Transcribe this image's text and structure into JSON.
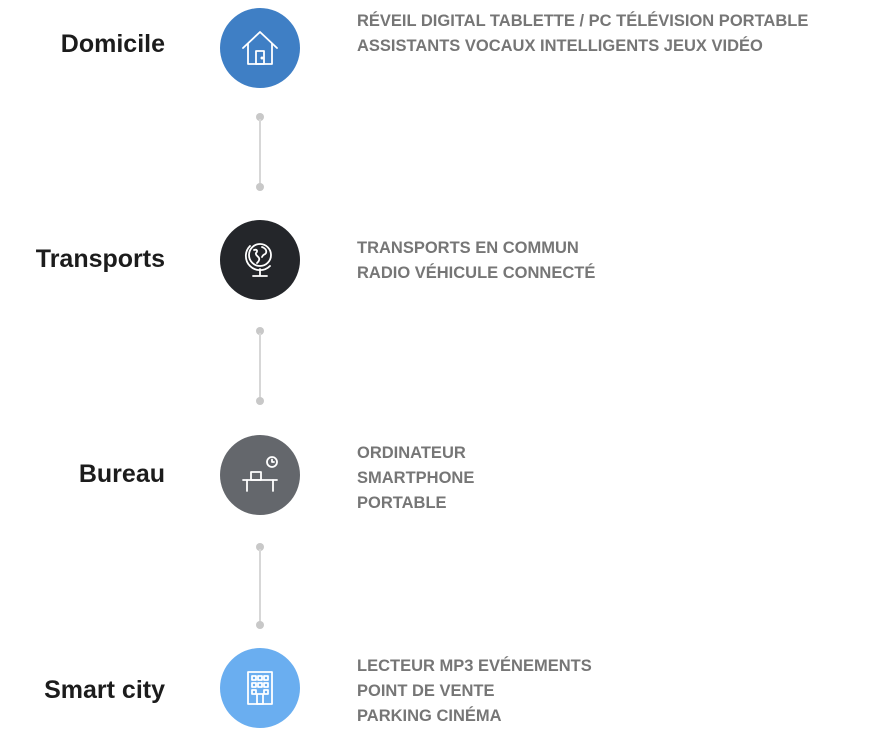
{
  "stages": [
    {
      "label": "Domicile",
      "icon": "house-icon",
      "color": "#3f7fc5",
      "lines": [
        "RÉVEIL DIGITAL TABLETTE / PC TÉLÉVISION PORTABLE",
        "ASSISTANTS VOCAUX INTELLIGENTS JEUX VIDÉO"
      ]
    },
    {
      "label": "Transports",
      "icon": "globe-icon",
      "color": "#24262a",
      "lines": [
        "TRANSPORTS EN COMMUN",
        "RADIO VÉHICULE CONNECTÉ"
      ]
    },
    {
      "label": "Bureau",
      "icon": "desk-clock-icon",
      "color": "#64676c",
      "lines": [
        "ORDINATEUR",
        "SMARTPHONE",
        "PORTABLE"
      ]
    },
    {
      "label": "Smart city",
      "icon": "building-icon",
      "color": "#6aaef0",
      "lines": [
        "LECTEUR MP3 EVÉNEMENTS",
        "POINT DE VENTE",
        "PARKING CINÉMA"
      ]
    }
  ]
}
